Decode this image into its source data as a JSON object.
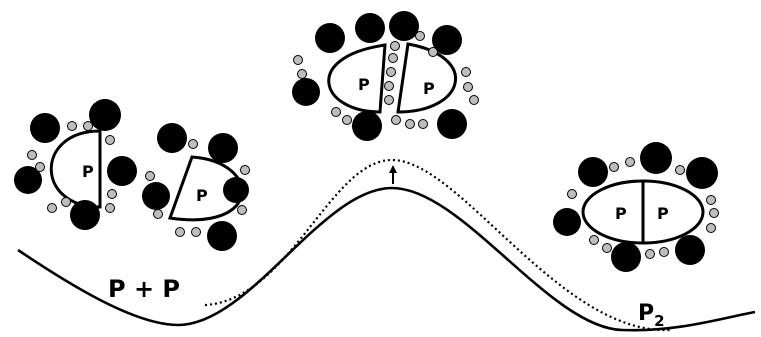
{
  "labels": {
    "reactants": "P + P",
    "product_base": "P",
    "product_sub": "2",
    "protein": "P"
  },
  "colors": {
    "ink": "#000000",
    "small_ion_fill": "#bdbdbd",
    "background": "#ffffff"
  },
  "curves": {
    "solid": "energy-profile",
    "dotted": "raised-barrier-profile"
  }
}
